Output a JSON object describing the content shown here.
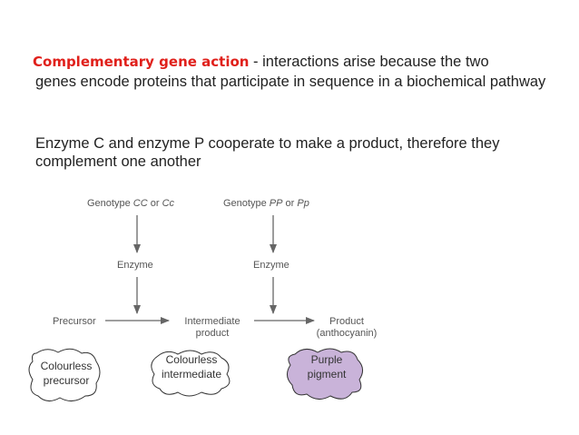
{
  "definition": {
    "term": "Complementary gene  action",
    "dash": " - ",
    "lead": "interactions arise because the two",
    "rest": "genes encode proteins that participate in sequence in a biochemical pathway"
  },
  "enzyme_statement": "Enzyme C and enzyme P cooperate to make a product, therefore they complement one another",
  "diagram": {
    "genotype_c": {
      "prefix": "Genotype ",
      "g1": "CC",
      "mid": " or ",
      "g2": "Cc"
    },
    "genotype_p": {
      "prefix": "Genotype ",
      "g1": "PP",
      "mid": " or ",
      "g2": "Pp"
    },
    "enzyme_left": "Enzyme",
    "enzyme_right": "Enzyme",
    "precursor": "Precursor",
    "intermediate_line1": "Intermediate",
    "intermediate_line2": "product",
    "product_line1": "Product",
    "product_line2": "(anthocyanin)"
  },
  "blobs": {
    "left": {
      "line1": "Colourless",
      "line2": "precursor",
      "color": "#ffffff"
    },
    "middle": {
      "line1": "Colourless",
      "line2": "intermediate",
      "color": "#ffffff"
    },
    "right": {
      "line1": "Purple",
      "line2": "pigment",
      "color": "#c9b3d9"
    }
  },
  "colors": {
    "accent_red": "#e0201b",
    "arrow_gray": "#666666",
    "blob_stroke": "#333333"
  }
}
